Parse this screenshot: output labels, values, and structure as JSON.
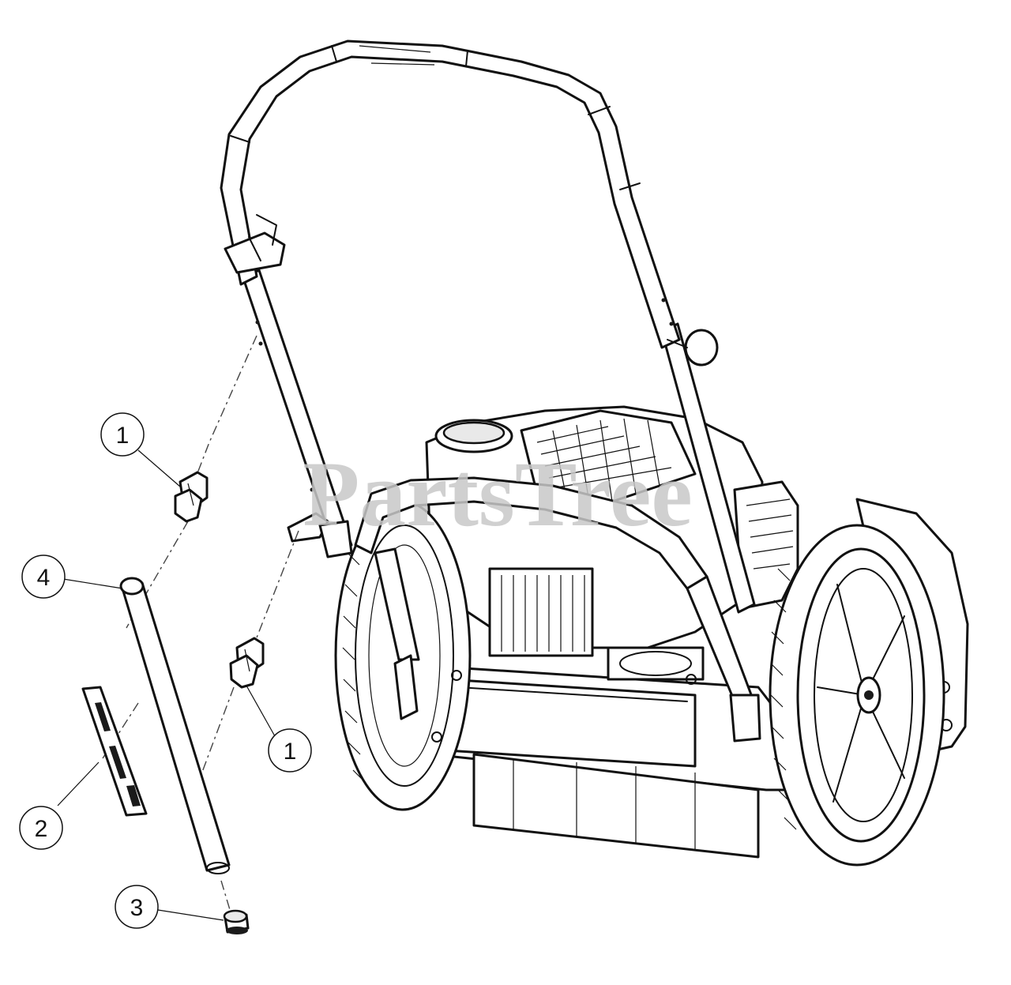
{
  "watermark": "PartsTree",
  "callouts": [
    {
      "id": "callout-1-upper",
      "label": "1"
    },
    {
      "id": "callout-4",
      "label": "4"
    },
    {
      "id": "callout-1-lower",
      "label": "1"
    },
    {
      "id": "callout-2",
      "label": "2"
    },
    {
      "id": "callout-3",
      "label": "3"
    }
  ],
  "parts": [
    {
      "number": "1",
      "name": "cable-clip"
    },
    {
      "number": "2",
      "name": "decal"
    },
    {
      "number": "3",
      "name": "end-cap"
    },
    {
      "number": "4",
      "name": "tube"
    }
  ]
}
